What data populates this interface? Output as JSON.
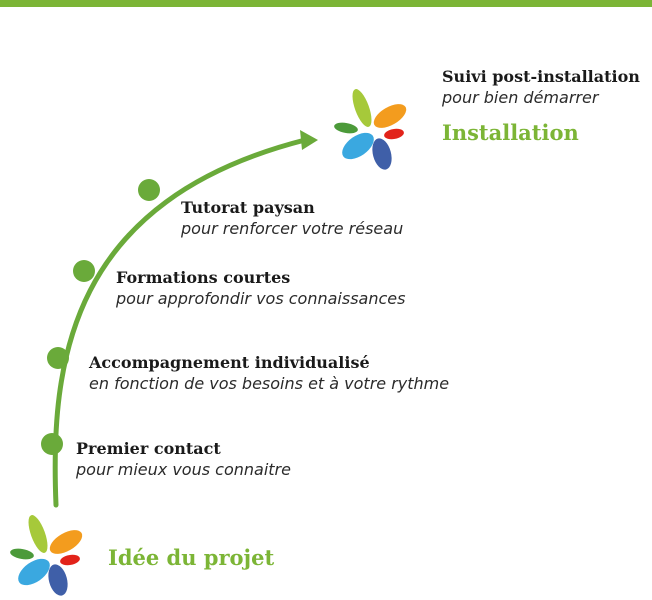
{
  "colors": {
    "accent_green": "#7cb536",
    "path_green": "#6aaa3a",
    "petal_lime": "#a6c93a",
    "petal_orange": "#f39c1e",
    "petal_blue": "#3aa8e0",
    "petal_navy": "#3f5fa8",
    "petal_red": "#e2231a",
    "petal_green": "#4c9a3a"
  },
  "start": {
    "label": "Idée du projet"
  },
  "end": {
    "label": "Installation"
  },
  "steps": [
    {
      "title": "Premier contact",
      "subtitle": "pour mieux vous connaitre"
    },
    {
      "title": "Accompagnement individualisé",
      "subtitle": "en fonction de vos besoins et à votre rythme"
    },
    {
      "title": "Formations courtes",
      "subtitle": "pour approfondir vos connaissances"
    },
    {
      "title": "Tutorat paysan",
      "subtitle": "pour renforcer votre réseau"
    },
    {
      "title": "Suivi post-installation",
      "subtitle": "pour bien démarrer"
    }
  ]
}
